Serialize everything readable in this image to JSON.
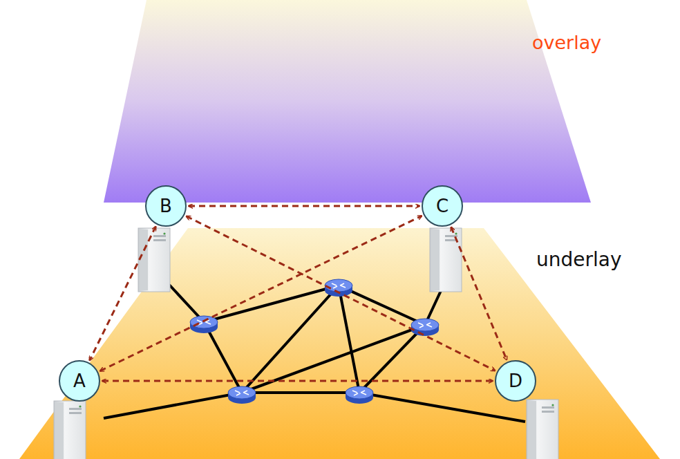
{
  "diagram": {
    "nodes": [
      {
        "text": [
          "B"
        ]
      },
      {
        "text": [
          "C"
        ]
      },
      {
        "text": [
          "A"
        ]
      },
      {
        "text": [
          "D"
        ]
      }
    ],
    "edges": [
      {
        "from": 0,
        "to": 1,
        "arrow": "both"
      },
      {
        "from": 0,
        "to": 2,
        "arrow": "both"
      },
      {
        "from": 2,
        "to": 1,
        "arrow": "both"
      },
      {
        "from": 2,
        "to": 3,
        "arrow": "both"
      },
      {
        "from": 0,
        "to": 3,
        "arrow": "both"
      },
      {
        "from": 1,
        "to": 3,
        "arrow": "both"
      }
    ],
    "labels": [
      "overlay",
      "underlay"
    ]
  }
}
